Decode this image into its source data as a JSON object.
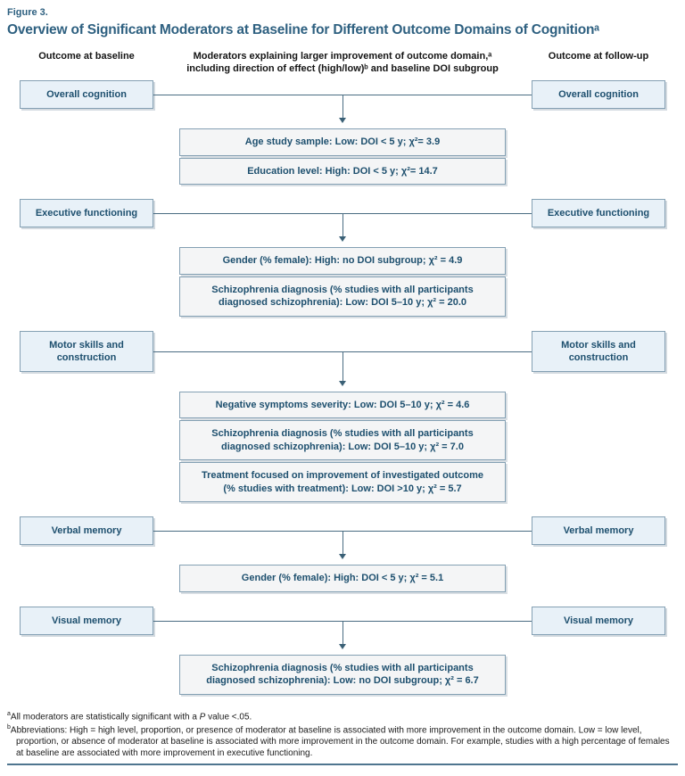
{
  "figure_label": "Figure 3.",
  "title": "Overview of Significant Moderators at Baseline for Different Outcome Domains of Cognitionᵃ",
  "column_headers": {
    "left": "Outcome at baseline",
    "middle": "Moderators explaining larger improvement of outcome domain,ᵃ including direction of effect (high/low)ᵇ and baseline DOI subgroup",
    "right": "Outcome at follow-up"
  },
  "groups": [
    {
      "outcome": "Overall cognition",
      "moderators": [
        "Age study sample: Low: DOI < 5 y; χ²= 3.9",
        "Education level: High: DOI < 5 y; χ²= 14.7"
      ]
    },
    {
      "outcome": "Executive functioning",
      "moderators": [
        "Gender (% female): High: no DOI subgroup; χ² = 4.9",
        "Schizophrenia diagnosis (% studies with all participants diagnosed schizophrenia): Low: DOI 5–10 y; χ² = 20.0"
      ]
    },
    {
      "outcome": "Motor skills and construction",
      "moderators": [
        "Negative symptoms severity: Low: DOI 5–10 y; χ² = 4.6",
        "Schizophrenia diagnosis (% studies with all participants diagnosed schizophrenia): Low: DOI 5–10 y; χ² = 7.0",
        "Treatment focused on improvement of investigated outcome (% studies with treatment): Low: DOI >10 y; χ² = 5.7"
      ]
    },
    {
      "outcome": "Verbal memory",
      "moderators": [
        "Gender (% female): High: DOI < 5 y; χ² = 5.1"
      ]
    },
    {
      "outcome": "Visual memory",
      "moderators": [
        "Schizophrenia diagnosis (% studies with all participants diagnosed schizophrenia): Low: no DOI subgroup; χ² = 6.7"
      ]
    }
  ],
  "footnotes": [
    {
      "sup": "a",
      "parts": [
        {
          "t": "All moderators are statistically significant with a "
        },
        {
          "t": "P"
        },
        {
          "t": " value <.05."
        }
      ]
    },
    {
      "sup": "b",
      "text": "Abbreviations: High = high level, proportion, or presence of moderator at baseline is associated with more improvement in the outcome domain. Low = low level, proportion, or absence of moderator at baseline is associated with more improvement in the outcome domain. For example, studies with a high percentage of females at baseline are associated with more improvement in executive functioning."
    }
  ],
  "colors": {
    "accent_text": "#2e6080",
    "box_text": "#1d4f6e",
    "outcome_box_fill": "#e8f1f8",
    "moderator_box_fill": "#f4f5f6",
    "box_border": "#84a0b3",
    "connector_line": "#4a6c82",
    "bottom_rule": "#4f758f"
  }
}
